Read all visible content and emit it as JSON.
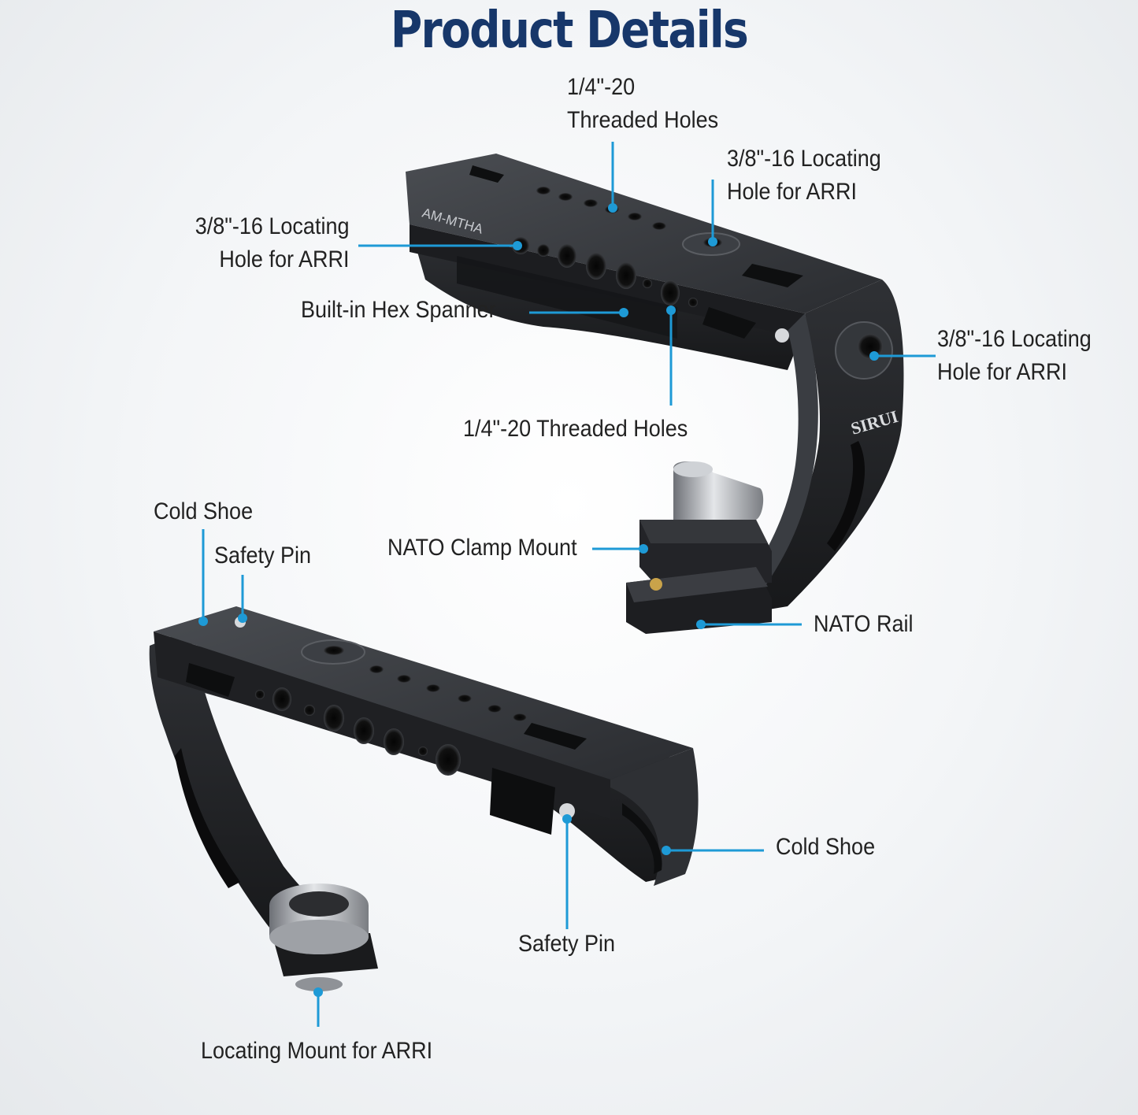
{
  "title": "Product Details",
  "colors": {
    "title": "#17376a",
    "callout": "#1e9ad6",
    "metal": "#2b2d30"
  },
  "product": {
    "model_engraving": "AM-MTHA",
    "brand_engraving": "SIRUI"
  },
  "labels": {
    "top_threaded_holes": [
      "1/4\"-20",
      "Threaded Holes"
    ],
    "top_locating_right": [
      "3/8\"-16 Locating",
      "Hole for ARRI"
    ],
    "left_locating": [
      "3/8\"-16 Locating",
      "Hole for ARRI"
    ],
    "hex_spanner": "Built-in Hex Spanner",
    "side_locating": [
      "3/8\"-16 Locating",
      "Hole for ARRI"
    ],
    "bottom_threaded_holes": "1/4\"-20 Threaded Holes",
    "cold_shoe_top": "Cold Shoe",
    "safety_pin_top": "Safety Pin",
    "nato_clamp": "NATO Clamp Mount",
    "nato_rail": "NATO Rail",
    "cold_shoe_right": "Cold Shoe",
    "safety_pin_bottom": "Safety Pin",
    "locating_mount": "Locating Mount for ARRI"
  }
}
